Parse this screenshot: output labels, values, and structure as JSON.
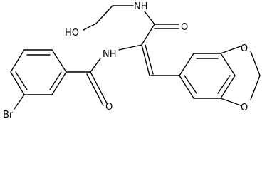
{
  "molecule": {
    "atom_labels": {
      "hydroxyl": "HO",
      "amide_nh_top": "NH",
      "amide_o_top": "O",
      "amide_nh_mid": "NH",
      "amide_o_low": "O",
      "bromine": "Br",
      "dioxole_o_upper": "O",
      "dioxole_o_lower": "O"
    }
  },
  "colors": {
    "bond": "#000000",
    "background": "#ffffff"
  }
}
